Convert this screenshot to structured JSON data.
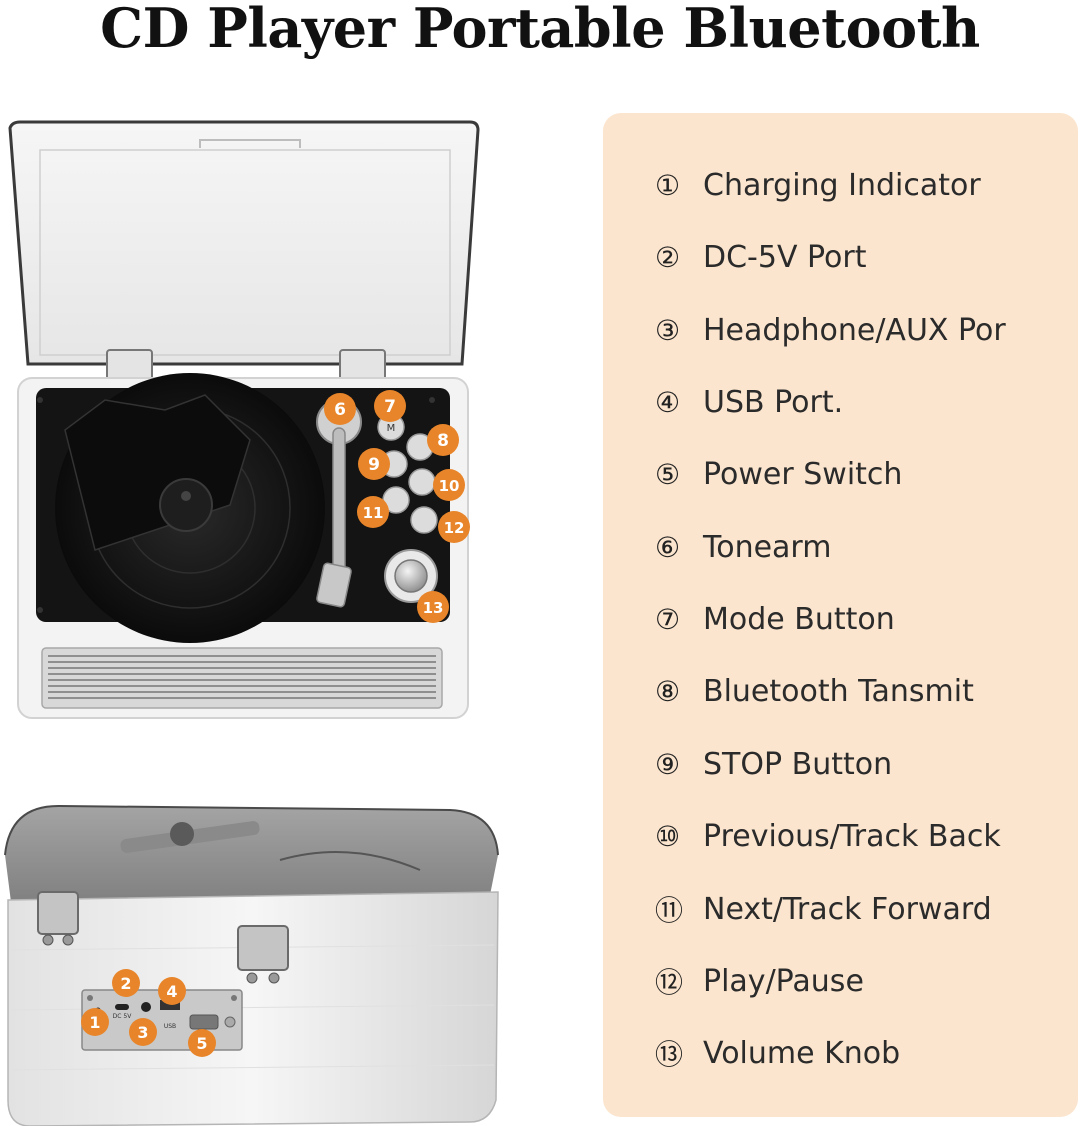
{
  "title": "CD Player Portable Bluetooth",
  "colors": {
    "panel_bg": "#fbe5ce",
    "badge": "#e8852a",
    "device_body": "#f2f2f2",
    "deck": "#151515"
  },
  "top_view": {
    "badges": [
      "6",
      "7",
      "8",
      "9",
      "10",
      "11",
      "12",
      "13"
    ],
    "mode_button_label": "M"
  },
  "back_view": {
    "badges": [
      "1",
      "2",
      "3",
      "4",
      "5"
    ],
    "port_labels": {
      "dc": "DC 5V",
      "usb": "USB"
    }
  },
  "legend": [
    {
      "num": "①",
      "label": "Charging Indicator"
    },
    {
      "num": "②",
      "label": "DC-5V Port"
    },
    {
      "num": "③",
      "label": "Headphone/AUX Por"
    },
    {
      "num": "④",
      "label": "USB Port."
    },
    {
      "num": "⑤",
      "label": "Power Switch"
    },
    {
      "num": "⑥",
      "label": "Tonearm"
    },
    {
      "num": "⑦",
      "label": "Mode Button"
    },
    {
      "num": "⑧",
      "label": "Bluetooth Tansmit"
    },
    {
      "num": "⑨",
      "label": "STOP Button"
    },
    {
      "num": "⑩",
      "label": "Previous/Track Back"
    },
    {
      "num": "⑪",
      "label": "Next/Track Forward"
    },
    {
      "num": "⑫",
      "label": "Play/Pause"
    },
    {
      "num": "⑬",
      "label": "Volume Knob"
    }
  ]
}
